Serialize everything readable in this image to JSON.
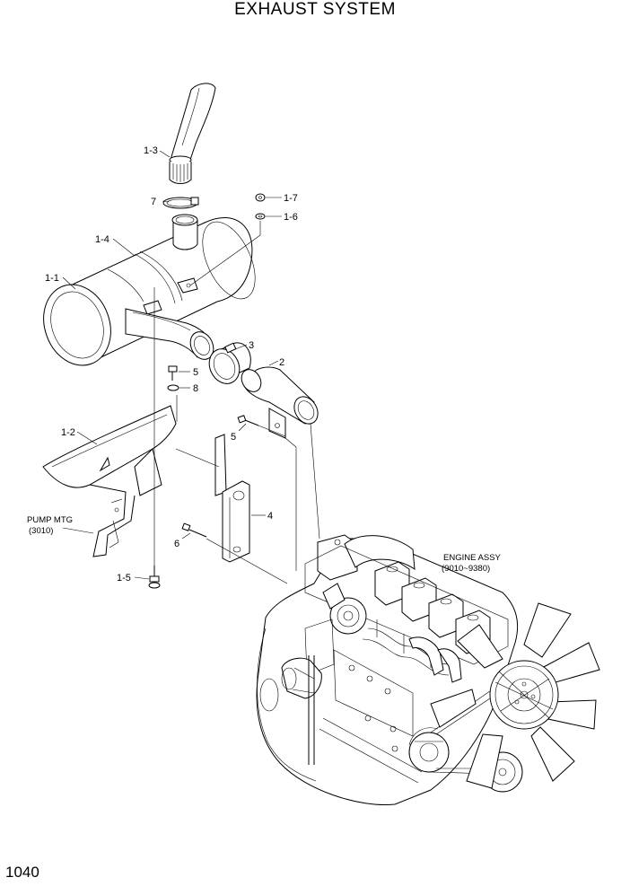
{
  "title": "EXHAUST SYSTEM",
  "page_number": "1040",
  "labels": {
    "p1_3": "1-3",
    "p7": "7",
    "p1_7": "1-7",
    "p1_6": "1-6",
    "p1_4": "1-4",
    "p1_1": "1-1",
    "p3": "3",
    "p2": "2",
    "p5a": "5",
    "p8": "8",
    "p5b": "5",
    "p1_2": "1-2",
    "p4": "4",
    "p6": "6",
    "p1_5": "1-5",
    "pump_mtg": "PUMP MTG",
    "pump_mtg_ref": "(3010)",
    "engine_assy": "ENGINE ASSY",
    "engine_assy_ref": "(9010~9380)"
  }
}
